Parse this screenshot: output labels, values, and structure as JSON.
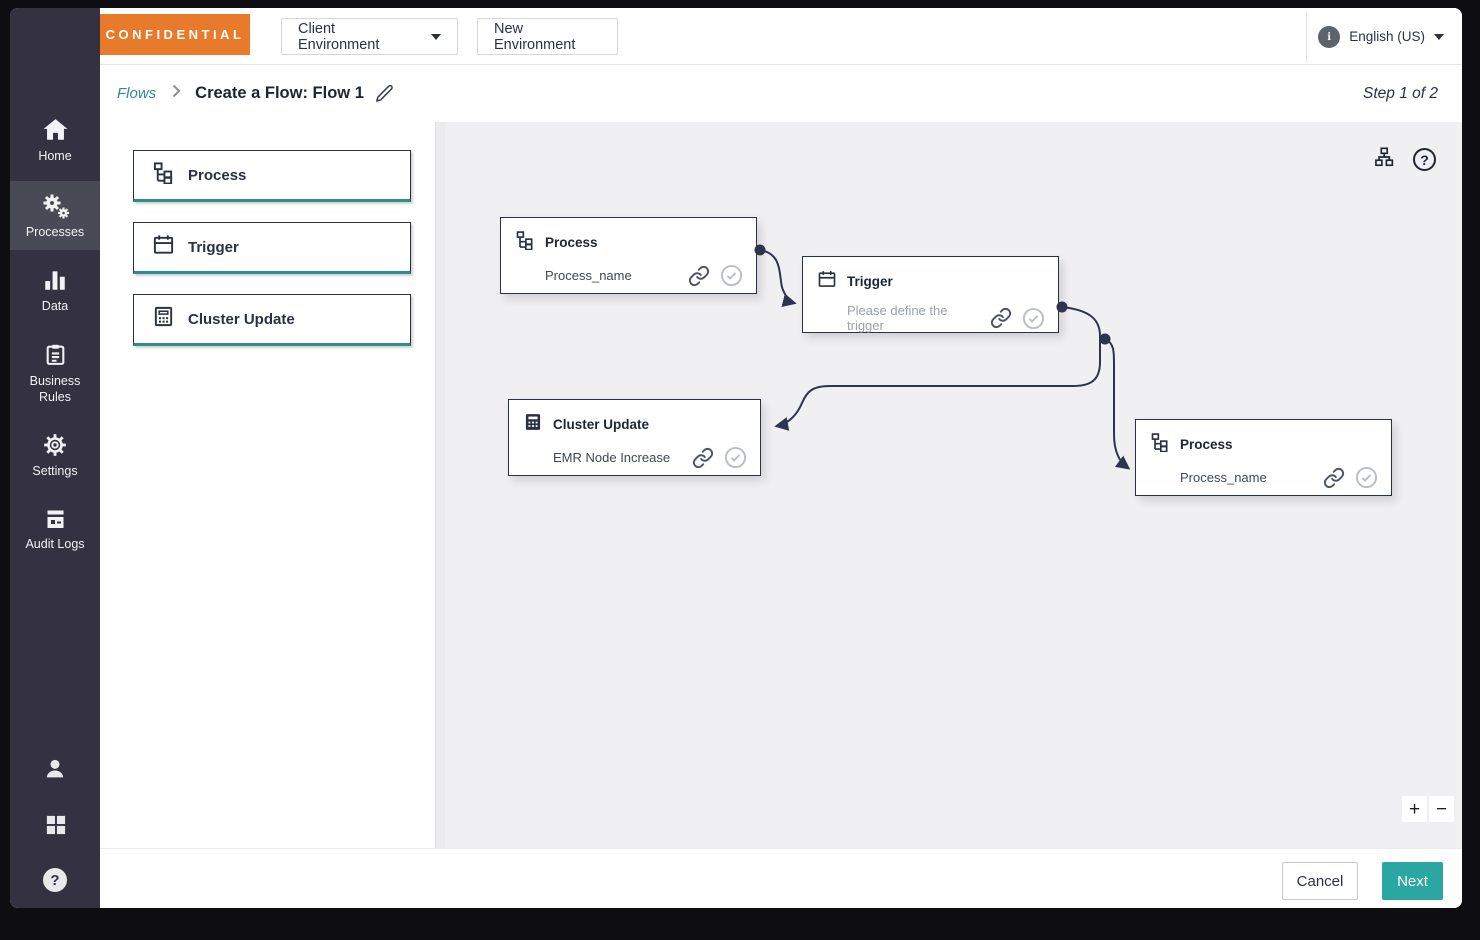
{
  "topbar": {
    "confidential": "CONFIDENTIAL",
    "client_environment": "Client Environment",
    "new_environment": "New Environment",
    "language": "English (US)"
  },
  "breadcrumb": {
    "flows": "Flows",
    "title": "Create a Flow: Flow 1",
    "step": "Step 1 of 2"
  },
  "sidebar": {
    "items": [
      {
        "label": "Home",
        "icon": "home-icon",
        "active": false
      },
      {
        "label": "Processes",
        "icon": "gears-icon",
        "active": true
      },
      {
        "label": "Data",
        "icon": "bar-chart-icon",
        "active": false
      },
      {
        "label": "Business Rules",
        "icon": "clipboard-icon",
        "active": false
      },
      {
        "label": "Settings",
        "icon": "gear-icon",
        "active": false
      },
      {
        "label": "Audit Logs",
        "icon": "audit-card-icon",
        "active": false
      }
    ],
    "bottom_icons": [
      "user-icon",
      "apps-grid-icon",
      "help-icon"
    ]
  },
  "palette": {
    "items": [
      {
        "label": "Process",
        "icon": "process-flow-icon"
      },
      {
        "label": "Trigger",
        "icon": "calendar-icon"
      },
      {
        "label": "Cluster Update",
        "icon": "calculator-icon"
      }
    ]
  },
  "canvas": {
    "nodes": [
      {
        "type": "Process",
        "name": "Process_name"
      },
      {
        "type": "Trigger",
        "name": "Please define the trigger"
      },
      {
        "type": "Cluster Update",
        "name": "EMR Node Increase"
      },
      {
        "type": "Process",
        "name": "Process_name"
      }
    ],
    "zoom_in": "+",
    "zoom_out": "−"
  },
  "footer": {
    "cancel": "Cancel",
    "next": "Next"
  },
  "icons": {
    "help_glyph": "?",
    "info_glyph": "i"
  },
  "colors": {
    "accent_teal": "#2aa7a0",
    "underline_teal": "#2f8b8e",
    "brand_orange": "#e87b2b",
    "sidebar_bg": "#343140",
    "sidebar_active_bg": "#4a4956",
    "ink": "#2b3144",
    "canvas_bg": "#f0eff1"
  }
}
